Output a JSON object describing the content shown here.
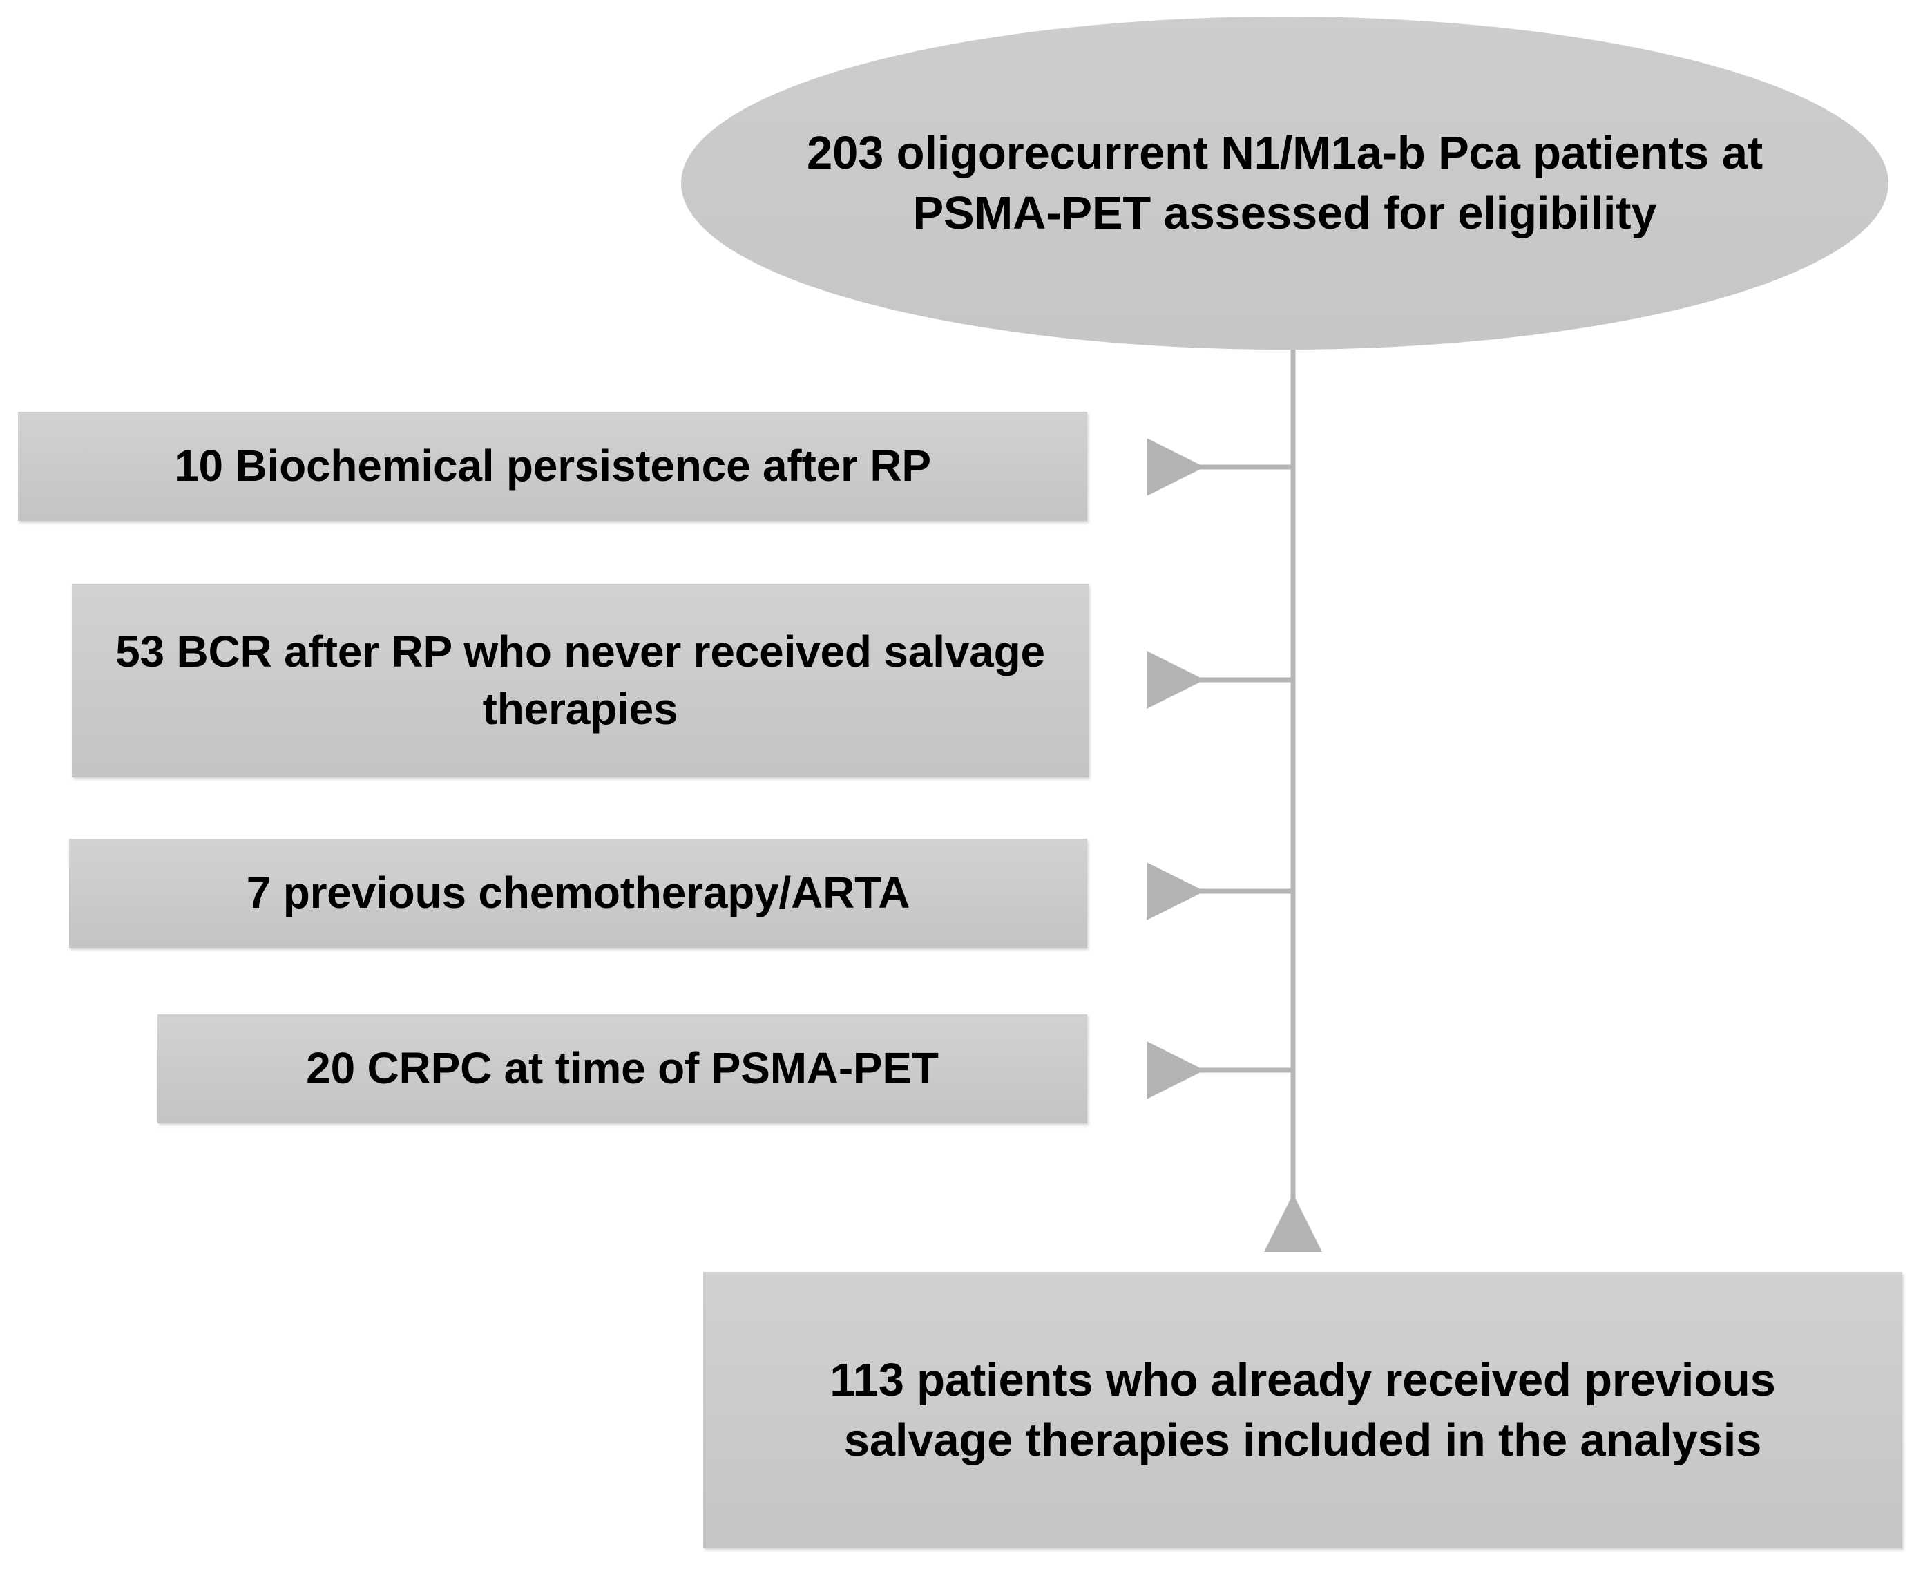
{
  "diagram": {
    "type": "patient-selection-flowchart",
    "colors": {
      "node_fill": "#c9c9c9",
      "box_fill": "#cbcbcb",
      "connector": "#b4b4b4",
      "text": "#000000",
      "background": "#ffffff"
    },
    "start_node": {
      "shape": "ellipse",
      "count": 203,
      "label": "203 oligorecurrent N1/M1a-b Pca patients at PSMA-PET assessed for eligibility"
    },
    "exclusions": [
      {
        "count": 10,
        "label": "10 Biochemical persistence after RP"
      },
      {
        "count": 53,
        "label": "53 BCR after RP who never received salvage therapies"
      },
      {
        "count": 7,
        "label": "7 previous chemotherapy/ARTA"
      },
      {
        "count": 20,
        "label": "20 CRPC at time of PSMA-PET"
      }
    ],
    "end_node": {
      "shape": "rectangle",
      "count": 113,
      "label": "113 patients who already received previous salvage therapies included in the analysis"
    },
    "connector_arrows": [
      {
        "name": "exclusion-arrow-1",
        "direction": "left"
      },
      {
        "name": "exclusion-arrow-2",
        "direction": "left"
      },
      {
        "name": "exclusion-arrow-3",
        "direction": "left"
      },
      {
        "name": "exclusion-arrow-4",
        "direction": "left"
      },
      {
        "name": "main-flow-arrow",
        "direction": "down"
      }
    ]
  }
}
